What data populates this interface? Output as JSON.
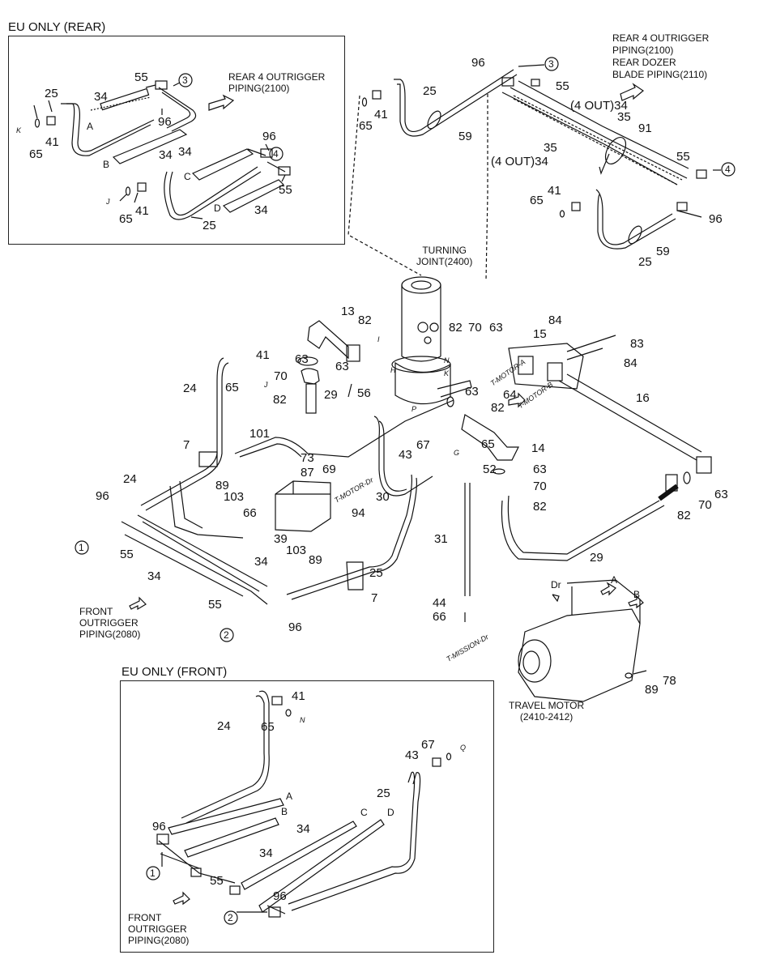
{
  "title_rear": "EU ONLY (REAR)",
  "title_front": "EU ONLY (FRONT)",
  "rear_box": {
    "ref_piping": "REAR 4 OUTRIGGER\nPIPING(2100)",
    "labels": {
      "p25": "25",
      "p55": "55",
      "p3": "3",
      "p34a": "34",
      "pA": "A",
      "p96a": "96",
      "p65": "65",
      "p41": "41",
      "pK": "K",
      "pB": "B",
      "p34b": "34",
      "p96b": "96",
      "p4": "4",
      "pC": "C",
      "p55b": "55",
      "pJ": "J",
      "p65b": "65",
      "p41b": "41",
      "pD": "D",
      "p34c": "34",
      "p25b": "25"
    }
  },
  "main": {
    "ref_top_right": "REAR 4 OUTRIGGER\nPIPING(2100)\nREAR DOZER\nBLADE PIPING(2110)",
    "turning_joint": "TURNING\nJOINT(2400)",
    "front_ref": "FRONT\nOUTRIGGER\nPIPING(2080)",
    "travel_motor": "TRAVEL MOTOR\n(2410-2412)",
    "four_out_1": "(4 OUT)34",
    "four_out_2": "(4 OUT)34",
    "tmotor_a": "T-MOTOR-A",
    "tmotor_b": "T-MOTOR-B",
    "tmotor_dr": "T-MOTOR-Dr",
    "tmission_dr": "T-MISSION-Dr",
    "labels": {
      "n96": "96",
      "n3": "3",
      "n25": "25",
      "n55": "55",
      "n65": "65",
      "n41": "41",
      "n59": "59",
      "n35": "35",
      "n91": "91",
      "n35b": "35",
      "n55b": "55",
      "n4": "4",
      "n65b": "65",
      "n41b": "41",
      "n96b": "96",
      "n59b": "59",
      "n25b": "25",
      "n13": "13",
      "n82": "82",
      "n63": "63",
      "n70": "70",
      "n82b": "82",
      "n29": "29",
      "n41c": "41",
      "n65c": "65",
      "nJ": "J",
      "n24": "24",
      "n56": "56",
      "nI": "I",
      "nH": "H",
      "nN": "N",
      "nK": "K",
      "n82c": "82",
      "n70b": "70",
      "n63b": "63",
      "n15": "15",
      "n84": "84",
      "n83": "83",
      "n84b": "84",
      "n63c": "63",
      "n64": "64",
      "n16": "16",
      "nP": "P",
      "n63d": "63",
      "n82d": "82",
      "n101": "101",
      "n7": "7",
      "n73": "73",
      "n87": "87",
      "n69": "69",
      "n89": "89",
      "n103": "103",
      "n24b": "24",
      "n96c": "96",
      "n66": "66",
      "n39": "39",
      "n94": "94",
      "n1": "1",
      "n55c": "55",
      "n34": "34",
      "n34b": "34",
      "n103b": "103",
      "n89b": "89",
      "n25c": "25",
      "n7b": "7",
      "n55d": "55",
      "n2": "2",
      "n96d": "96",
      "n43": "43",
      "n67": "67",
      "nG": "G",
      "n65d": "65",
      "n52": "52",
      "n63e": "63",
      "n14": "14",
      "n30": "30",
      "n70c": "70",
      "n82e": "82",
      "n63f": "63",
      "n70d": "70",
      "n82f": "82",
      "n31": "31",
      "n29b": "29",
      "n44": "44",
      "n66b": "66",
      "nDr": "Dr",
      "nA": "A",
      "nB": "B",
      "n78": "78",
      "n89c": "89"
    }
  },
  "front_box": {
    "ref_piping": "FRONT\nOUTRIGGER\nPIPING(2080)",
    "labels": {
      "f41": "41",
      "f24": "24",
      "f65": "65",
      "fN": "N",
      "f67": "67",
      "f43": "43",
      "fQ": "Q",
      "f25": "25",
      "fA": "A",
      "fB": "B",
      "fC": "C",
      "fD": "D",
      "f96": "96",
      "f34": "34",
      "f34b": "34",
      "f1": "1",
      "f55": "55",
      "f96b": "96",
      "f2": "2"
    }
  }
}
